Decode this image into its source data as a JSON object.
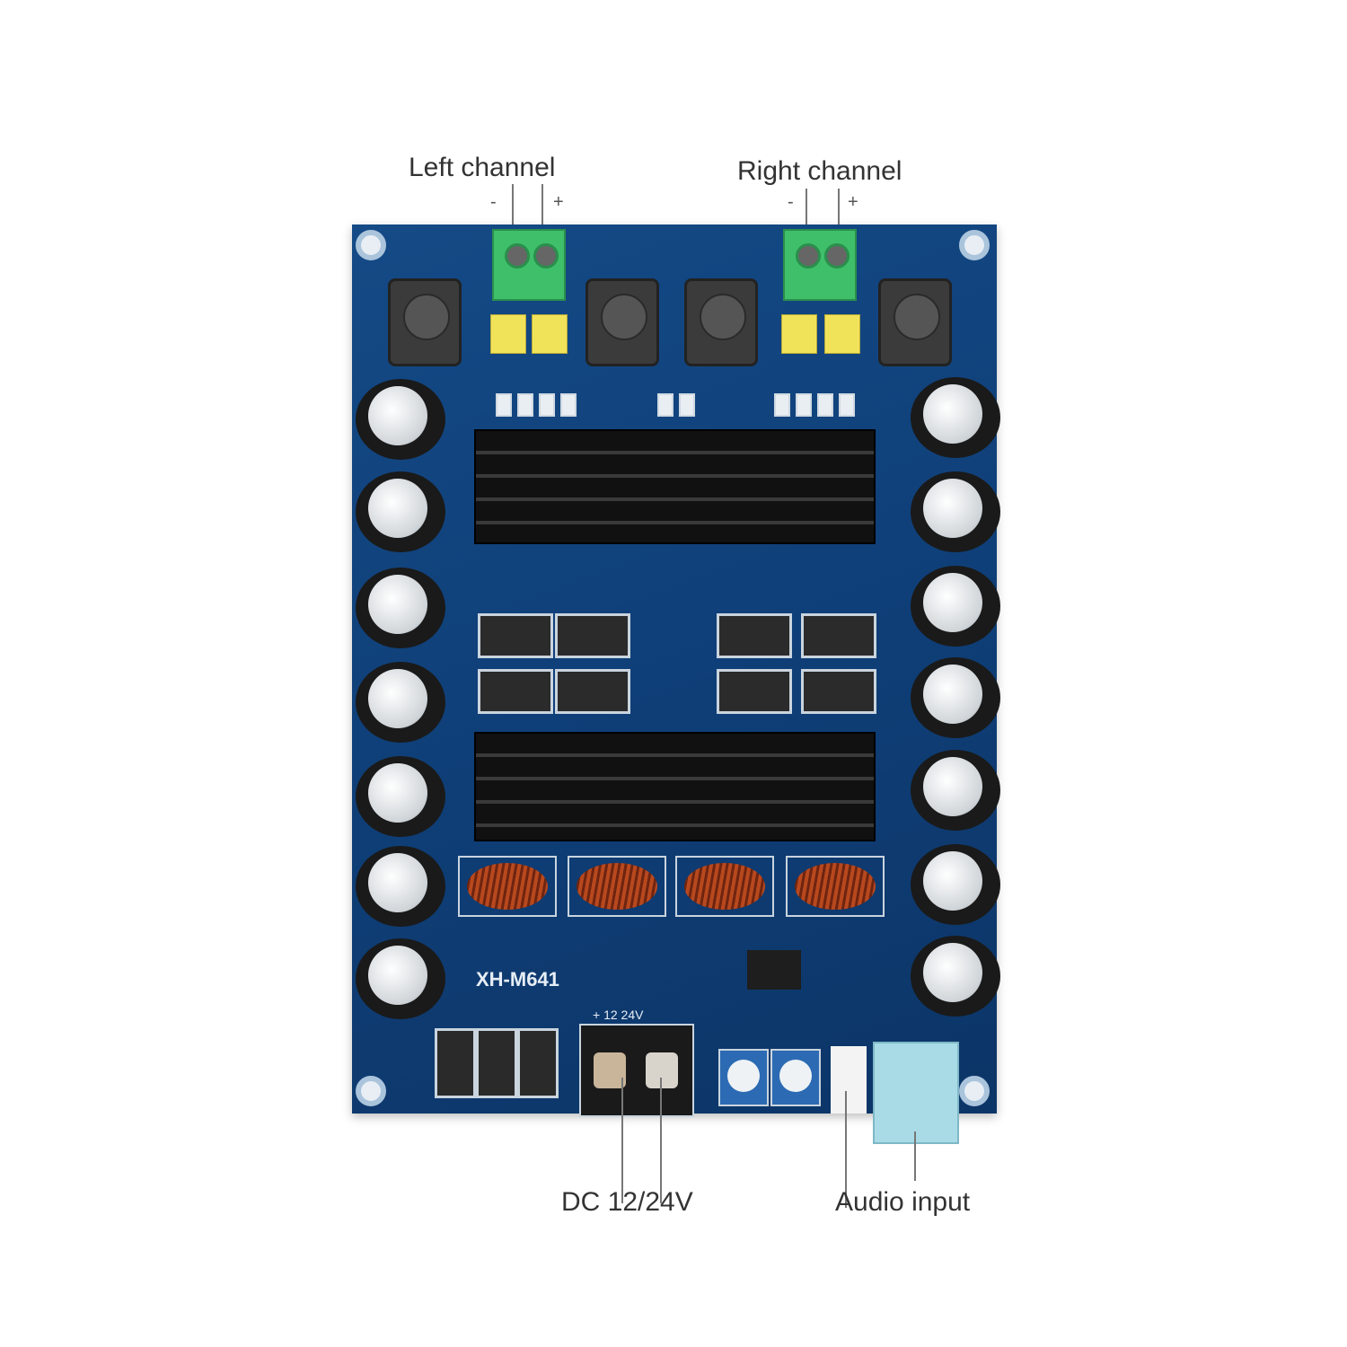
{
  "labels": {
    "left_channel": "Left channel",
    "right_channel": "Right channel",
    "minus": "-",
    "plus": "+",
    "dc_input": "DC 12/24V",
    "audio_input": "Audio input"
  },
  "board": {
    "model": "XH-M641",
    "power_marking": "+ 12 24V",
    "color": "#0f3f78"
  }
}
